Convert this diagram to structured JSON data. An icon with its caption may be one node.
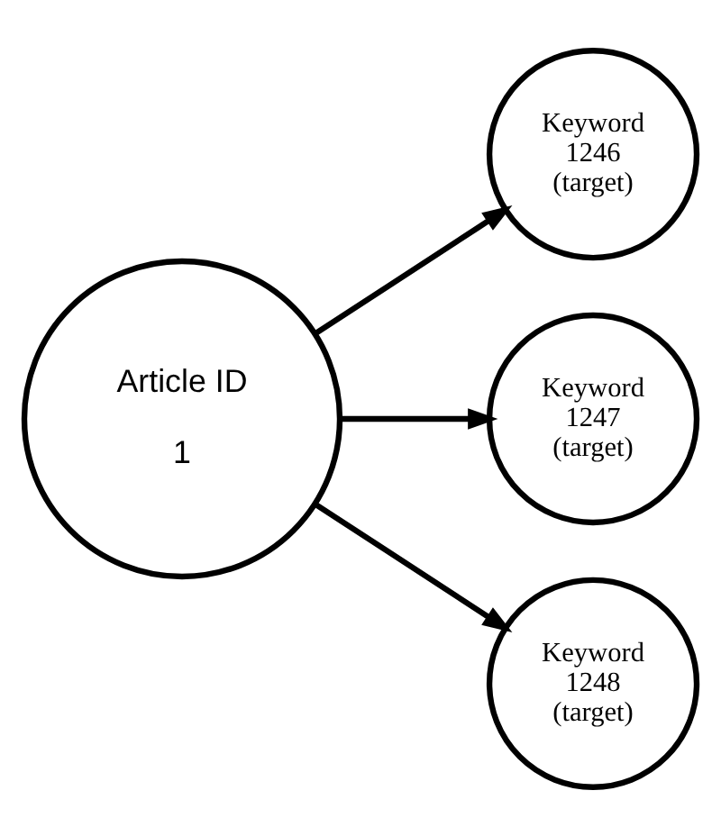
{
  "diagram": {
    "nodes": [
      {
        "text": [
          "Article ID",
          "1"
        ]
      },
      {
        "text": [
          "Keyword 1246 (target)"
        ]
      },
      {
        "text": [
          "Keyword 1247 (target)"
        ]
      },
      {
        "text": [
          "Keyword 1248 (target)"
        ]
      }
    ],
    "edges": [
      {
        "from": 0,
        "to": 1,
        "arrow": "to"
      },
      {
        "from": 0,
        "to": 2,
        "arrow": "to"
      },
      {
        "from": 0,
        "to": 3,
        "arrow": "to"
      }
    ]
  }
}
